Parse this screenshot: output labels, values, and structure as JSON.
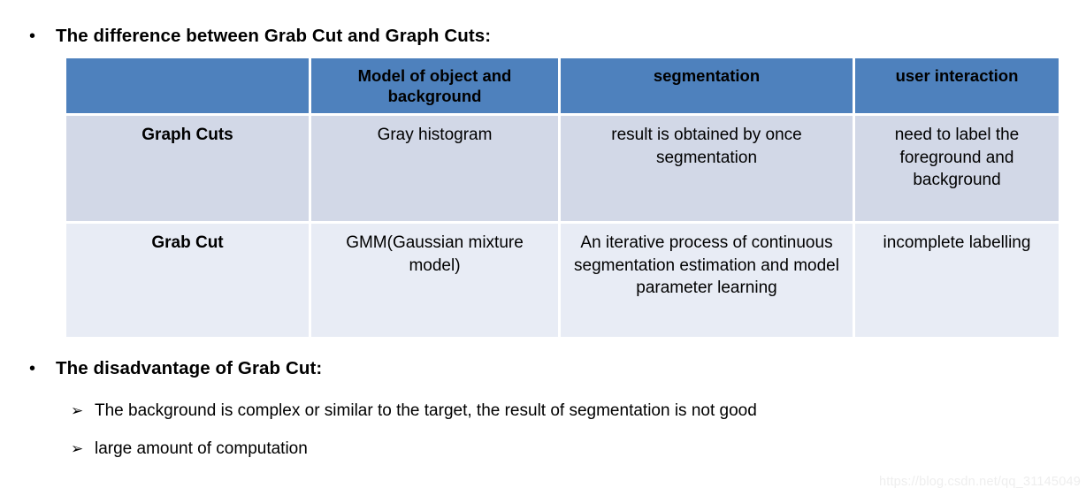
{
  "slide": {
    "headings": [
      {
        "bullet": "•",
        "text": "The difference between Grab Cut and Graph Cuts:"
      },
      {
        "bullet": "•",
        "text": "The disadvantage of Grab Cut:"
      }
    ],
    "sub_bullets": [
      {
        "bullet": "➢",
        "text": "The background is complex or similar to the target, the result of segmentation is not good"
      },
      {
        "bullet": "➢",
        "text": "large amount of computation"
      }
    ],
    "watermark": "https://blog.csdn.net/qq_31145049"
  },
  "table": {
    "headers": [
      "",
      "Model of  object and background",
      "segmentation",
      "user interaction"
    ],
    "rows": [
      {
        "method": "Graph Cuts",
        "model": "Gray histogram",
        "segmentation": "result is obtained by once segmentation",
        "user_interaction": "need to label the foreground and background"
      },
      {
        "method": "Grab Cut",
        "model": "GMM(Gaussian mixture model)",
        "segmentation": "An iterative process of continuous segmentation estimation and model parameter learning",
        "user_interaction": "incomplete labelling"
      }
    ],
    "colors": {
      "header_bg": "#4e81bd",
      "row_a_bg": "#d2d8e7",
      "row_b_bg": "#e8ecf5"
    }
  }
}
